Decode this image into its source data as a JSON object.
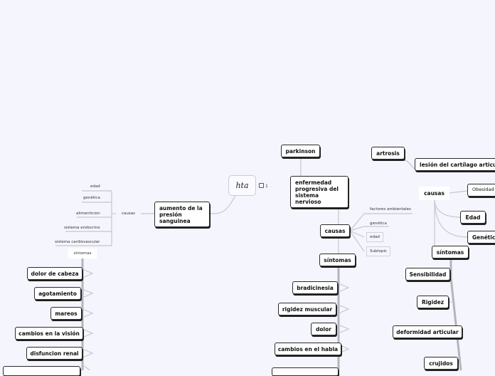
{
  "root": {
    "title": "hta",
    "likes": "1"
  },
  "left_branch": {
    "main": "aumento de la presión sanguinea",
    "causas": {
      "label": "causas",
      "items": [
        "edad",
        "genética",
        "alimenticion",
        "sistema endocrino",
        "sistema cardiovascular"
      ]
    },
    "sintomas": {
      "label": "síntomas",
      "items": [
        "dolor de cabeza",
        "agotamiento",
        "mareos",
        "cambios en la visión",
        "disfuncion renal"
      ]
    }
  },
  "parkinson": {
    "title": "parkinson",
    "description": "enfermedad progresiva del sistema nervioso",
    "causas": {
      "label": "causas",
      "items": [
        "factores ambientales",
        "genética",
        "edad",
        "Subtopic"
      ]
    },
    "sintomas": {
      "label": "síntomas",
      "items": [
        "bradicinesia",
        "rigidez muscular",
        "dolor",
        "cambios en el habla"
      ]
    }
  },
  "artrosis": {
    "title": "artrosis",
    "description": "lesión del cartílago articular",
    "causas": {
      "label": "causas",
      "items": [
        "Obesidad",
        "Edad",
        "Genética"
      ]
    },
    "sintomas": {
      "label": "síntomas",
      "items": [
        "Sensibilidad",
        "Rigidez",
        "deformidad articular",
        "crujidos"
      ]
    }
  },
  "colors": {
    "background": "#f5f6fd",
    "connector": "#b9bcc4",
    "node_border": "#2b2b2b"
  }
}
